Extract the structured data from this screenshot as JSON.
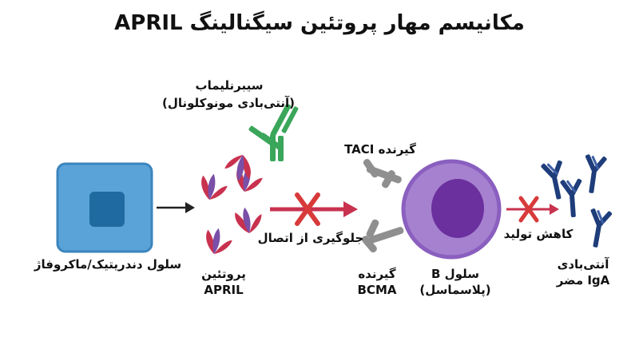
{
  "title": "مکانیسم مهار پروتئین سیگنالینگ APRIL",
  "labels": {
    "dendritic_cell": "سلول دندریتیک/ماکروفاژ",
    "april_line1": "پروتئین",
    "april_line2": "APRIL",
    "antibody_line1": "سیبرنلیماب",
    "antibody_line2": "(آنتی‌بادی مونوکلونال)",
    "taci": "گیرنده TACI",
    "block": "جلوگیری از اتصال",
    "bcma_line1": "گیرنده",
    "bcma_line2": "BCMA",
    "bcell_line1": "سلول B",
    "bcell_line2": "(پلاسماسل)",
    "reduce": "کاهش تولید",
    "iga_line1": "آنتی‌بادی",
    "iga_line2": "IgA مضر"
  },
  "colors": {
    "cell_outer": "#5aa3d8",
    "cell_inner": "#1f6aa0",
    "april_red": "#c8324f",
    "april_purple": "#7a4fa8",
    "antibody_green": "#3aa65a",
    "receptor_gray": "#8f8f8f",
    "bcell_outer": "#a681cf",
    "bcell_nucleus": "#6b2f9e",
    "iga_blue": "#1e3d7a",
    "block_red": "#d83a3a",
    "arrow_dark": "#222222"
  }
}
